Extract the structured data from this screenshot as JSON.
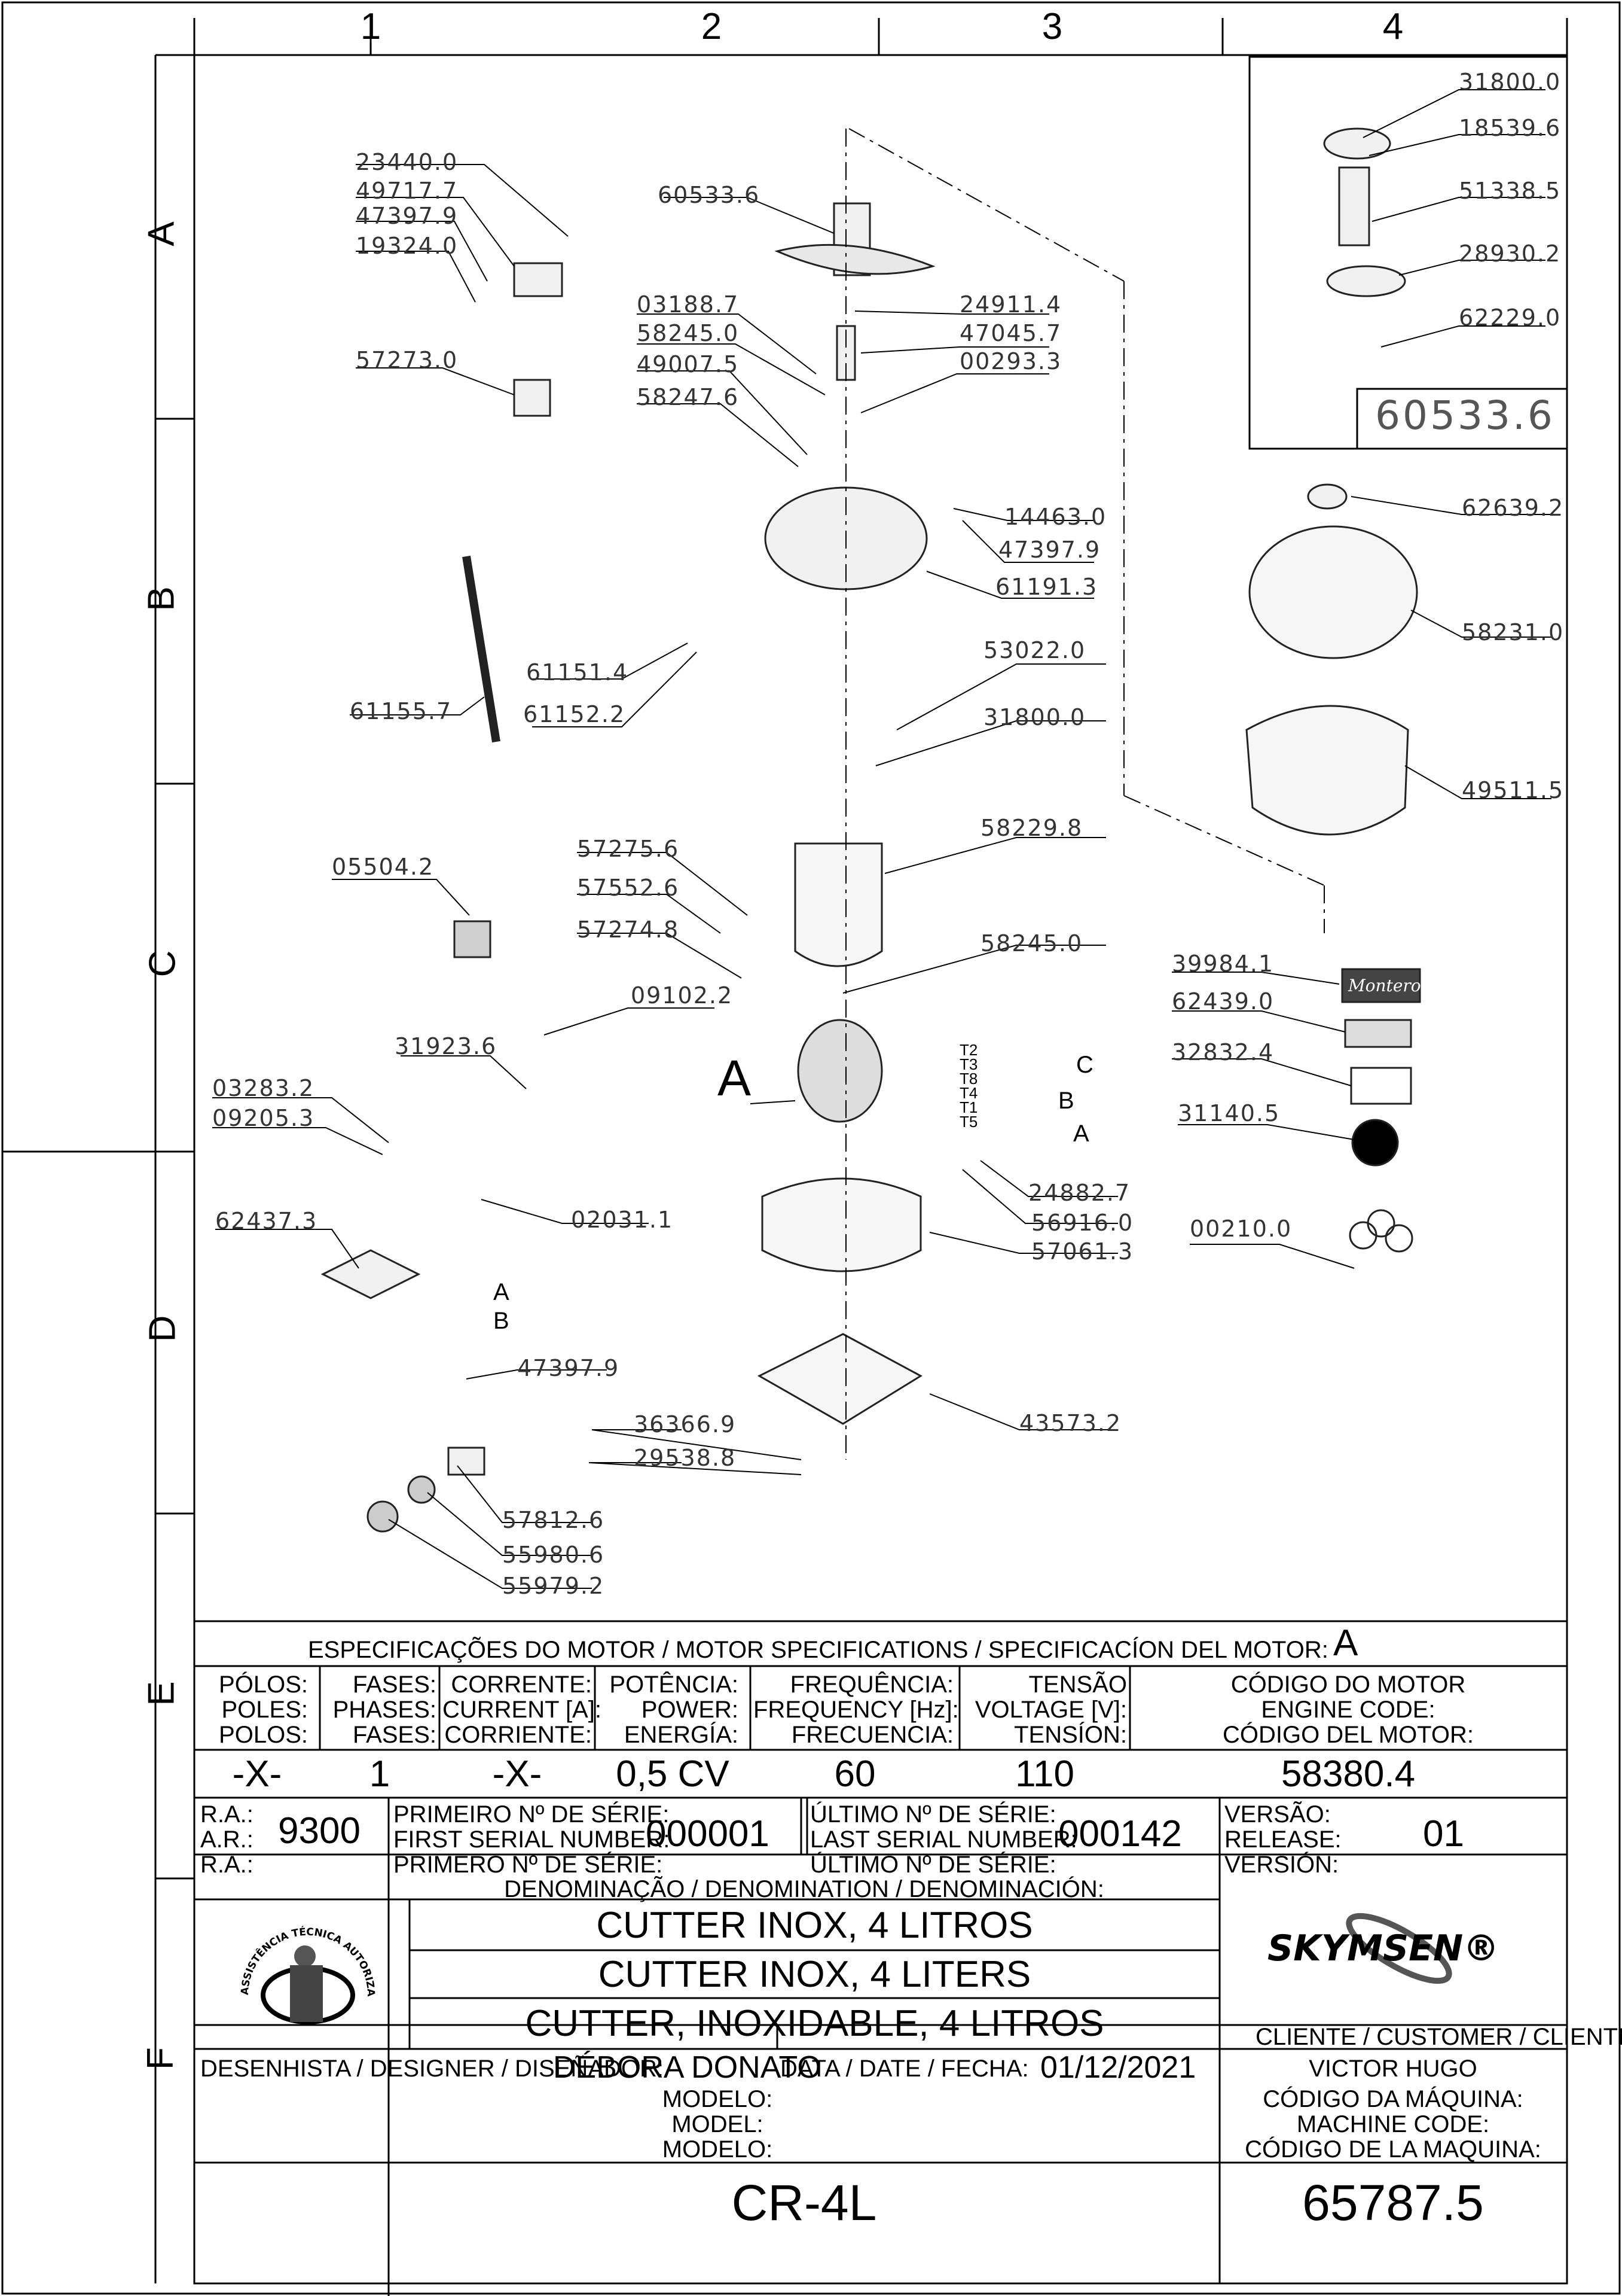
{
  "grid": {
    "columns": [
      "1",
      "2",
      "3",
      "4"
    ],
    "rows": [
      "A",
      "B",
      "C",
      "D",
      "E",
      "F"
    ]
  },
  "parts": [
    "23440.0",
    "49717.7",
    "47397.9",
    "19324.0",
    "57273.0",
    "61155.7",
    "05504.2",
    "31923.6",
    "03283.2",
    "09205.3",
    "62437.3",
    "60533.6",
    "03188.7",
    "58245.0",
    "49007.5",
    "58247.6",
    "24911.4",
    "47045.7",
    "00293.3",
    "14463.0",
    "47397.9",
    "61191.3",
    "61151.4",
    "61152.2",
    "53022.0",
    "31800.0",
    "57275.6",
    "57552.6",
    "57274.8",
    "58229.8",
    "58245.0",
    "09102.2",
    "02031.1",
    "24882.7",
    "56916.0",
    "57061.3",
    "47397.9",
    "36366.9",
    "29538.8",
    "43573.2",
    "57812.6",
    "55980.6",
    "55979.2",
    "31800.0",
    "18539.6",
    "51338.5",
    "28930.2",
    "62229.0",
    "62639.2",
    "58231.0",
    "49511.5",
    "39984.1",
    "62439.0",
    "32832.4",
    "31140.5",
    "00210.0"
  ],
  "detail_box_code": "60533.6",
  "motor_label": "A",
  "wire_labels": {
    "terminals": [
      "T2",
      "T3",
      "T8",
      "T4",
      "T1",
      "T5"
    ],
    "groups": [
      "C",
      "B",
      "A"
    ],
    "board": [
      "A",
      "B"
    ]
  },
  "brand_sticker": "Montero",
  "specs": {
    "header": "ESPECIFICAÇÕES DO MOTOR / MOTOR SPECIFICATIONS / SPECIFICACÍON DEL MOTOR:",
    "header_value": "A",
    "columns": [
      {
        "label": [
          "PÓLOS:",
          "POLES:",
          "POLOS:"
        ],
        "value": "-X-"
      },
      {
        "label": [
          "FASES:",
          "PHASES:",
          "FASES:"
        ],
        "value": "1"
      },
      {
        "label": [
          "CORRENTE:",
          "CURRENT [A]:",
          "CORRIENTE:"
        ],
        "value": "-X-"
      },
      {
        "label": [
          "POTÊNCIA:",
          "POWER:",
          "ENERGÍA:"
        ],
        "value": "0,5 CV"
      },
      {
        "label": [
          "FREQUÊNCIA:",
          "FREQUENCY [Hz]:",
          "FRECUENCIA:"
        ],
        "value": "60"
      },
      {
        "label": [
          "TENSÃO",
          "VOLTAGE [V]:",
          "TENSÍON:"
        ],
        "value": "110"
      },
      {
        "label": [
          "CÓDIGO DO MOTOR",
          "ENGINE CODE:",
          "CÓDIGO DEL MOTOR:"
        ],
        "value": "58380.4"
      }
    ]
  },
  "serials": {
    "ra_label": [
      "R.A.:",
      "A.R.:",
      "R.A.:"
    ],
    "ra_value": "9300",
    "first_label": [
      "PRIMEIRO Nº DE SÉRIE:",
      "FIRST SERIAL NUMBER:",
      "PRIMERO Nº DE SÉRIE:"
    ],
    "first_value": "000001",
    "last_label": [
      "ÚLTIMO Nº DE SÉRIE:",
      "LAST SERIAL NUMBER:",
      "ÚLTIMO Nº DE SÉRIE:"
    ],
    "last_value": "000142",
    "version_label": [
      "VERSÃO:",
      "RELEASE:",
      "VERSIÓN:"
    ],
    "version_value": "01"
  },
  "denomination": {
    "header": "DENOMINAÇÃO / DENOMINATION / DENOMINACIÓN:",
    "lines": [
      "CUTTER INOX, 4 LITROS",
      "CUTTER INOX, 4 LITERS",
      "CUTTER, INOXIDABLE, 4 LITROS"
    ]
  },
  "seal_text": [
    "ASSISTÊNCIA TÉCNICA AUTORIZADA"
  ],
  "brand": "SKYMSEN®",
  "customer": {
    "label": "CLIENTE / CUSTOMER / CLIENTE:",
    "value": "VICTOR HUGO"
  },
  "designer": {
    "label": "DESENHISTA / DESIGNER / DISEÑADOR:",
    "value": "DÉBORA DONATO"
  },
  "date": {
    "label": "DATA / DATE / FECHA:",
    "value": "01/12/2021"
  },
  "model": {
    "label": [
      "MODELO:",
      "MODEL:",
      "MODELO:"
    ],
    "value": "CR-4L"
  },
  "machine_code": {
    "label": [
      "CÓDIGO DA MÁQUINA:",
      "MACHINE CODE:",
      "CÓDIGO DE LA MAQUINA:"
    ],
    "value": "65787.5"
  }
}
